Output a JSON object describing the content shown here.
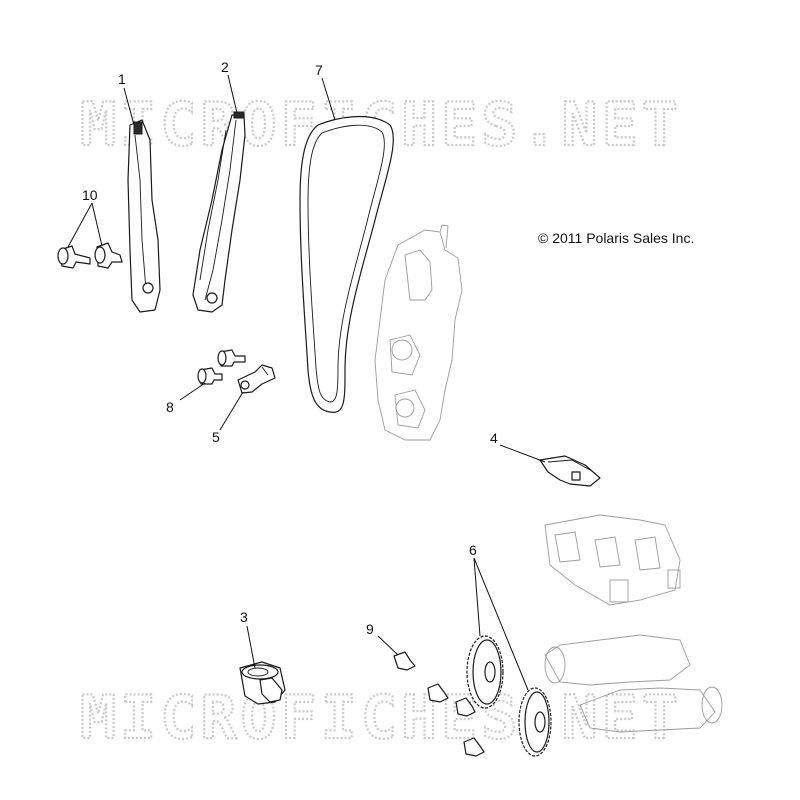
{
  "watermark": {
    "top": "MICROFICHES.NET",
    "bottom": "MICROFICHES.NET"
  },
  "copyright": "© 2011 Polaris Sales Inc.",
  "callouts": [
    {
      "id": "1",
      "label": "1"
    },
    {
      "id": "2",
      "label": "2"
    },
    {
      "id": "3",
      "label": "3"
    },
    {
      "id": "4",
      "label": "4"
    },
    {
      "id": "5",
      "label": "5"
    },
    {
      "id": "6",
      "label": "6"
    },
    {
      "id": "7",
      "label": "7"
    },
    {
      "id": "8",
      "label": "8"
    },
    {
      "id": "9",
      "label": "9"
    },
    {
      "id": "10",
      "label": "10"
    }
  ]
}
